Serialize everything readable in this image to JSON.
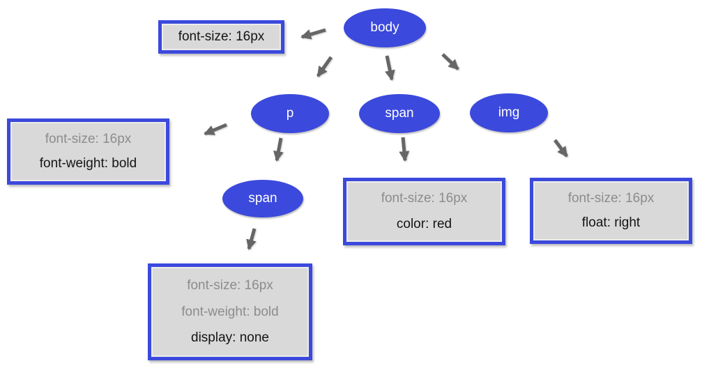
{
  "diagram_type": "dom-css-inheritance-tree",
  "colors": {
    "node_fill": "#3b49dc",
    "node_text": "#ffffff",
    "box_border": "#3b49dc",
    "box_fill": "#d9d9d9",
    "inherited_text": "#8c8c8c",
    "declared_text": "#141414",
    "arrow": "#666666",
    "background": "#ffffff"
  },
  "nodes": [
    {
      "id": "body",
      "label": "body"
    },
    {
      "id": "p",
      "label": "p"
    },
    {
      "id": "span-1",
      "label": "span"
    },
    {
      "id": "img",
      "label": "img"
    },
    {
      "id": "span-2",
      "label": "span"
    }
  ],
  "style_boxes": [
    {
      "id": "body-styles",
      "lines": [
        {
          "text": "font-size: 16px",
          "inherited": false
        }
      ]
    },
    {
      "id": "p-styles",
      "lines": [
        {
          "text": "font-size: 16px",
          "inherited": true
        },
        {
          "text": "font-weight: bold",
          "inherited": false
        }
      ]
    },
    {
      "id": "span-1-styles",
      "lines": [
        {
          "text": "font-size: 16px",
          "inherited": true
        },
        {
          "text": "color: red",
          "inherited": false
        }
      ]
    },
    {
      "id": "img-styles",
      "lines": [
        {
          "text": "font-size: 16px",
          "inherited": true
        },
        {
          "text": "float: right",
          "inherited": false
        }
      ]
    },
    {
      "id": "span-2-styles",
      "lines": [
        {
          "text": "font-size: 16px",
          "inherited": true
        },
        {
          "text": "font-weight: bold",
          "inherited": true
        },
        {
          "text": "display: none",
          "inherited": false
        }
      ]
    }
  ],
  "edges": [
    {
      "from": "body",
      "to": "body-styles"
    },
    {
      "from": "body",
      "to": "p"
    },
    {
      "from": "body",
      "to": "span-1"
    },
    {
      "from": "body",
      "to": "img"
    },
    {
      "from": "p",
      "to": "p-styles"
    },
    {
      "from": "p",
      "to": "span-2"
    },
    {
      "from": "span-1",
      "to": "span-1-styles"
    },
    {
      "from": "img",
      "to": "img-styles"
    },
    {
      "from": "span-2",
      "to": "span-2-styles"
    }
  ]
}
